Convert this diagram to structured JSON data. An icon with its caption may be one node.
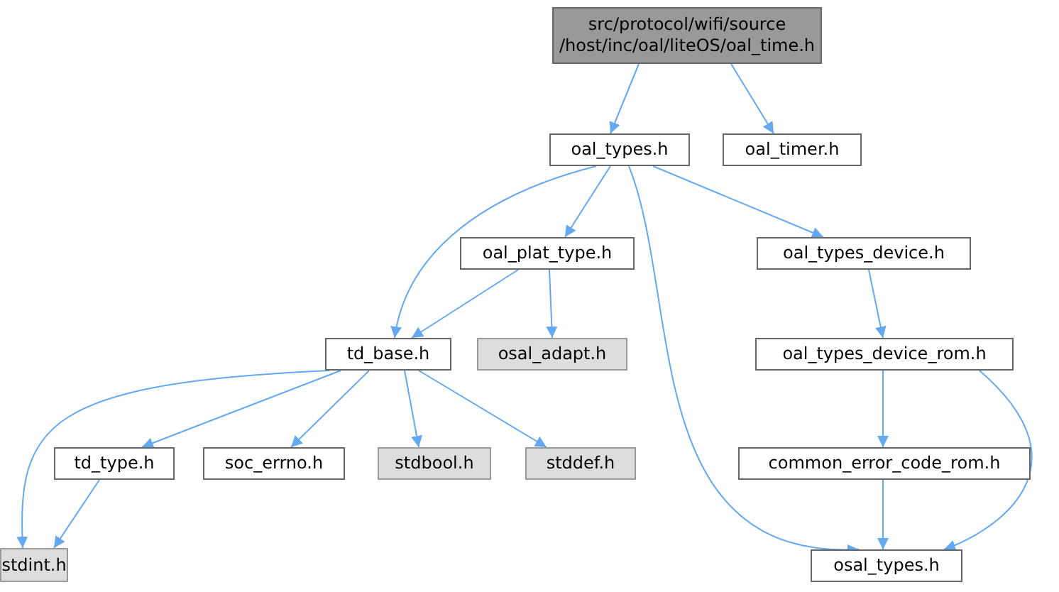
{
  "diagram": {
    "nodes": [
      {
        "text": [
          "src/protocol/wifi/source /host/inc/oal/liteOS/oal_time.h"
        ]
      },
      {
        "text": [
          "oal_types.h"
        ]
      },
      {
        "text": [
          "oal_timer.h"
        ]
      },
      {
        "text": [
          "oal_plat_type.h"
        ]
      },
      {
        "text": [
          "oal_types_device.h"
        ]
      },
      {
        "text": [
          "td_base.h"
        ]
      },
      {
        "text": [
          "osal_adapt.h"
        ]
      },
      {
        "text": [
          "oal_types_device_rom.h"
        ]
      },
      {
        "text": [
          "td_type.h"
        ]
      },
      {
        "text": [
          "soc_errno.h"
        ]
      },
      {
        "text": [
          "stdbool.h"
        ]
      },
      {
        "text": [
          "stddef.h"
        ]
      },
      {
        "text": [
          "common_error_code_rom.h"
        ]
      },
      {
        "text": [
          "stdint.h"
        ]
      },
      {
        "text": [
          "osal_types.h"
        ]
      }
    ],
    "edges": [
      {
        "from": 0,
        "to": 1,
        "arrow": "to"
      },
      {
        "from": 0,
        "to": 2,
        "arrow": "to"
      },
      {
        "from": 1,
        "to": 3,
        "arrow": "to"
      },
      {
        "from": 1,
        "to": 4,
        "arrow": "to"
      },
      {
        "from": 1,
        "to": 5,
        "arrow": "to"
      },
      {
        "from": 1,
        "to": 14,
        "arrow": "to"
      },
      {
        "from": 3,
        "to": 5,
        "arrow": "to"
      },
      {
        "from": 3,
        "to": 6,
        "arrow": "to"
      },
      {
        "from": 4,
        "to": 7,
        "arrow": "to"
      },
      {
        "from": 5,
        "to": 8,
        "arrow": "to"
      },
      {
        "from": 5,
        "to": 9,
        "arrow": "to"
      },
      {
        "from": 5,
        "to": 10,
        "arrow": "to"
      },
      {
        "from": 5,
        "to": 11,
        "arrow": "to"
      },
      {
        "from": 5,
        "to": 13,
        "arrow": "to"
      },
      {
        "from": 7,
        "to": 12,
        "arrow": "to"
      },
      {
        "from": 7,
        "to": 14,
        "arrow": "to"
      },
      {
        "from": 12,
        "to": 14,
        "arrow": "to"
      },
      {
        "from": 8,
        "to": 13,
        "arrow": "to"
      }
    ]
  }
}
